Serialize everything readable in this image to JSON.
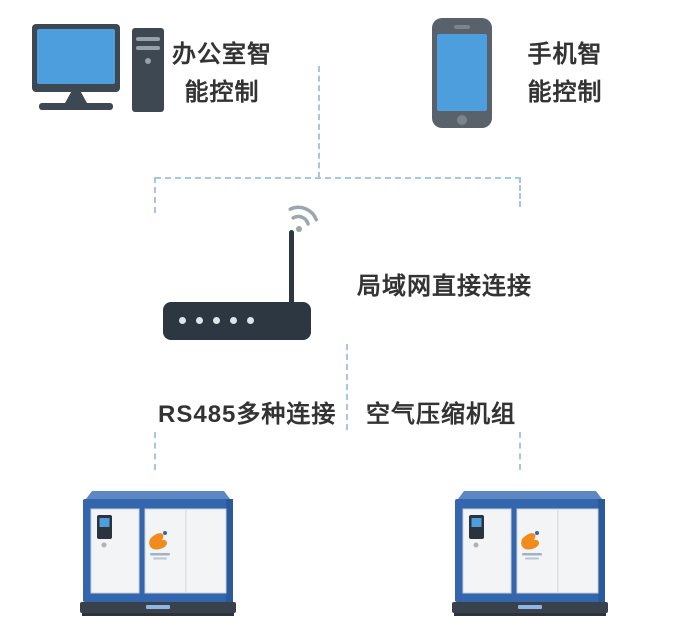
{
  "labels": {
    "office_control": "办公室智能控制",
    "mobile_control": "手机智能控制",
    "lan_connection": "局域网直接连接",
    "rs485_connection": "RS485多种连接",
    "compressor_group": "空气压缩机组"
  },
  "icons": {
    "computer": "desktop-computer-icon",
    "phone": "smartphone-icon",
    "router": "wifi-router-icon",
    "compressor": "air-compressor-icon"
  },
  "colors": {
    "screen_blue": "#4d9edd",
    "device_dark": "#3d4852",
    "router_dark": "#2d3741",
    "dashed_line": "#a7c6e6",
    "label_text": "#333333",
    "compressor_blue": "#3366ac",
    "compressor_panel": "#f3f4f6",
    "compressor_base": "#39414d",
    "logo_orange": "#f08c1e"
  }
}
